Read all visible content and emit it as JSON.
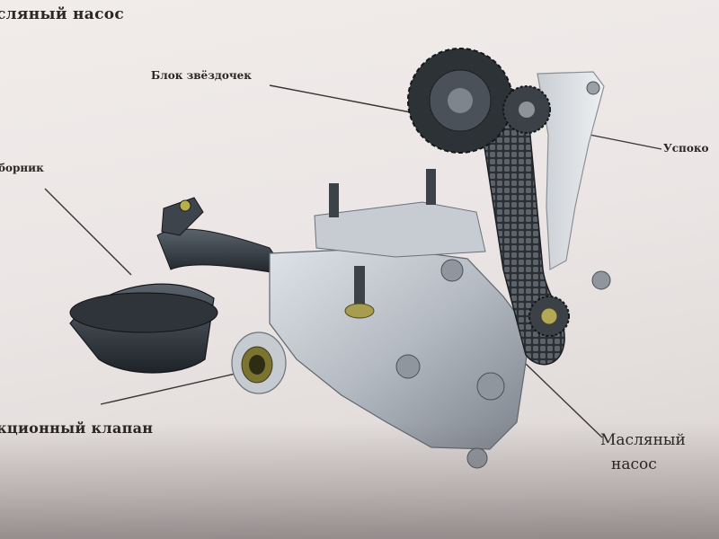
{
  "title": "сляный насос",
  "labels": {
    "sprocket_block": "Блок звёздочек",
    "tensioner": "Успоко",
    "oil_pickup": "борник",
    "valve": "кционный клапан",
    "pump_line1": "Масляный",
    "pump_line2": "насос"
  }
}
